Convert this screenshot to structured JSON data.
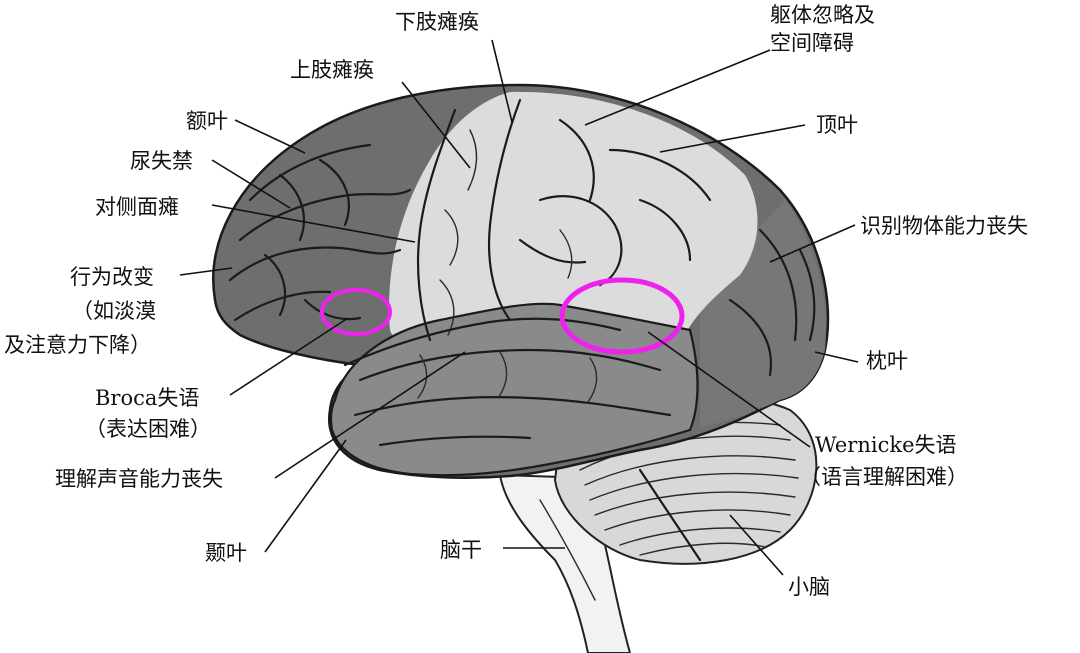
{
  "labels": {
    "lower_limb_paralysis": "下肢瘫痪",
    "hemineglect_line1": "躯体忽略及",
    "hemineglect_line2": "空间障碍",
    "upper_limb_paralysis": "上肢瘫痪",
    "frontal_lobe": "额叶",
    "parietal_lobe": "顶叶",
    "incontinence": "尿失禁",
    "facial_paralysis": "对侧面瘫",
    "object_recognition_loss": "识别物体能力丧失",
    "behavior_line1": "行为改变",
    "behavior_line2": "（如淡漠",
    "behavior_line3": "及注意力下降）",
    "occipital_lobe": "枕叶",
    "broca_line1": "Broca失语",
    "broca_line2": "（表达困难）",
    "wernicke_line1": "Wernicke失语",
    "wernicke_line2": "（语言理解困难）",
    "sound_recognition_loss": "理解声音能力丧失",
    "temporal_lobe": "颞叶",
    "brainstem": "脑干",
    "cerebellum": "小脑"
  },
  "colors": {
    "frontal_dark": "#6e6e6e",
    "highlight_light": "#dcdcdc",
    "gyri_mid": "#9a9a9a",
    "temporal": "#8a8a8a",
    "occipital": "#777777",
    "cerebellum": "#d8d8d8",
    "brainstem": "#f2f2f2",
    "language_ring": "#ee22ee"
  }
}
